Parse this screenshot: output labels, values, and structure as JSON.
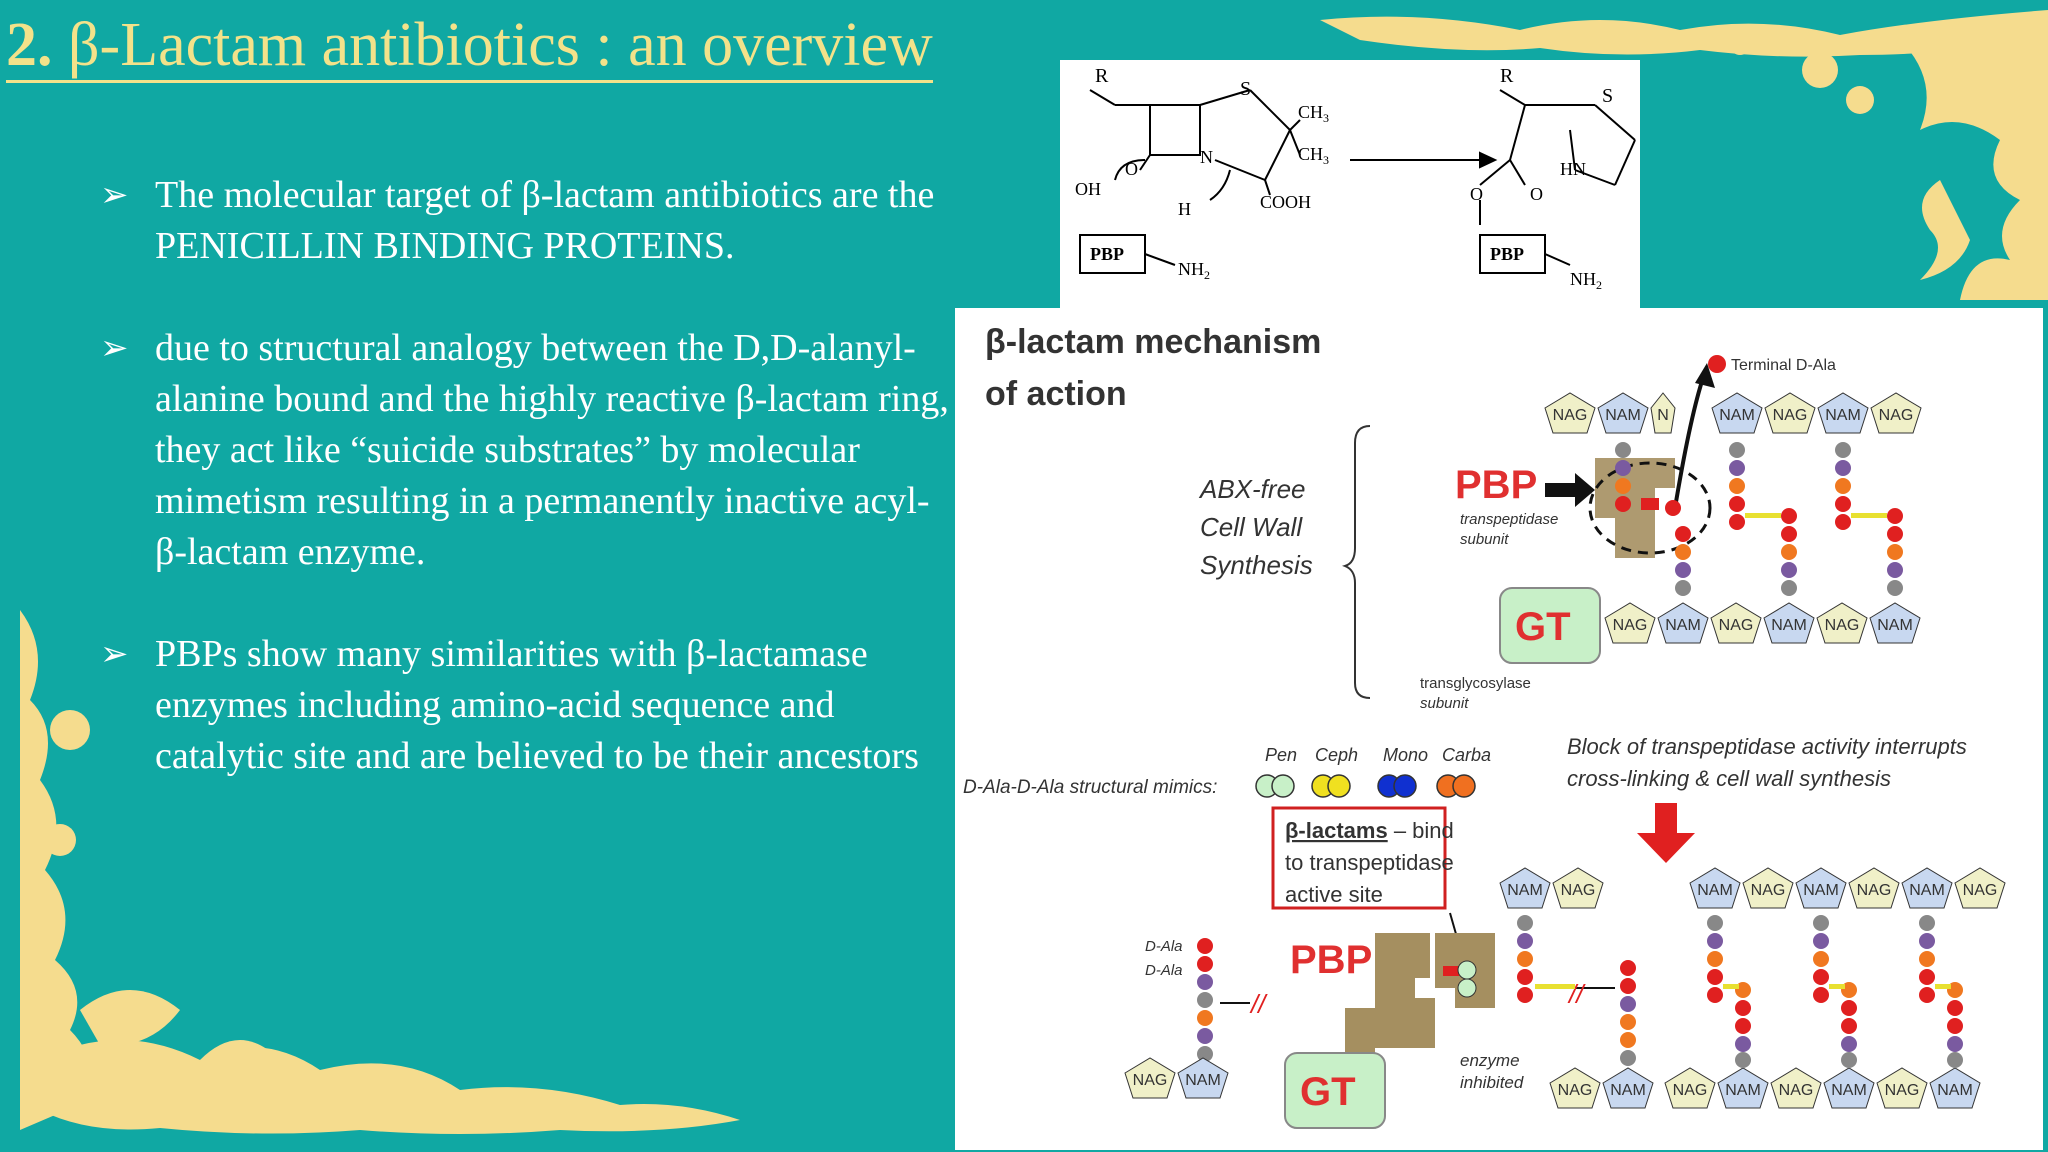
{
  "slide": {
    "title_number": "2.",
    "title_text": " β-Lactam antibiotics : an overview",
    "bullets": [
      "The molecular target of β-lactam antibiotics are the PENICILLIN BINDING PROTEINS.",
      "due to structural analogy between the D,D-alanyl-alanine bound and the highly reactive β-lactam ring, they act like “suicide substrates” by molecular mimetism resulting in a permanently inactive acyl-β-lactam enzyme.",
      "PBPs show many similarities with β-lactamase enzymes including amino-acid sequence and catalytic site and are believed to be their ancestors"
    ]
  },
  "reaction": {
    "R": "R",
    "S": "S",
    "CH3": "CH",
    "sub3": "3",
    "N": "N",
    "HN": "HN",
    "O": "O",
    "OH": "OH",
    "H": "H",
    "COOH": "COOH",
    "PBP": "PBP",
    "NH2": "NH",
    "sub2": "2"
  },
  "figure": {
    "heading_line1": "β-lactam mechanism",
    "heading_line2": "of action",
    "abx_line1": "ABX-free",
    "abx_line2": "Cell Wall",
    "abx_line3": "Synthesis",
    "pbp": "PBP",
    "transpeptidase_1": "transpeptidase",
    "transpeptidase_2": "subunit",
    "gt": "GT",
    "transglycosylase_1": "transglycosylase",
    "transglycosylase_2": "subunit",
    "terminal_dala": "Terminal D-Ala",
    "nag": "NAG",
    "nam": "NAM",
    "n": "N",
    "mimics_label": "D-Ala-D-Ala structural mimics:",
    "mimic_names": [
      "Pen",
      "Ceph",
      "Mono",
      "Carba"
    ],
    "mimic_colors": [
      "#c8f0c8",
      "#f0e020",
      "#1030d0",
      "#f07020"
    ],
    "block_line1": "Block of transpeptidase activity interrupts",
    "block_line2": "cross-linking & cell wall synthesis",
    "blactams_bold": "β-lactams",
    "blactams_rest": " – bind",
    "blactams_line2": "to transpeptidase",
    "blactams_line3": "active site",
    "dala_1": "D-Ala",
    "dala_2": "D-Ala",
    "enzyme_1": "enzyme",
    "enzyme_2": "inhibited"
  }
}
